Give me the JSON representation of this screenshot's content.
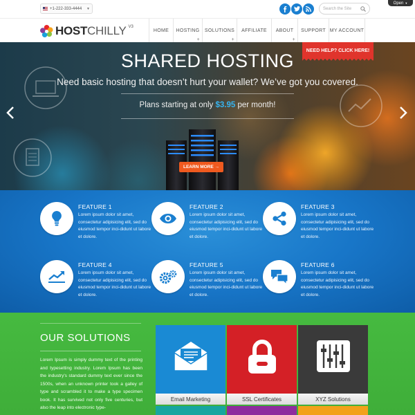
{
  "topbar": {
    "phone": "+1-222-333-4444",
    "search_placeholder": "Search the Site",
    "open_label": "Open",
    "social": [
      {
        "name": "facebook",
        "glyph": "f"
      },
      {
        "name": "twitter",
        "glyph": "t"
      },
      {
        "name": "rss",
        "glyph": "r"
      }
    ]
  },
  "brand": {
    "logo_bold": "HOST",
    "logo_light": "CHILLY",
    "version": "V3"
  },
  "nav": {
    "items": [
      "HOME",
      "HOSTING",
      "SOLUTIONS",
      "AFFILIATE",
      "ABOUT",
      "SUPPORT",
      "MY ACCOUNT"
    ],
    "plus": "+"
  },
  "hero": {
    "title": "SHARED HOSTING",
    "subtitle": "Need basic hosting that doesn’t hurt your wallet? We’ve got you covered.",
    "plans_prefix": "Plans starting at only ",
    "plans_price": "$3.95",
    "plans_suffix": " per month!",
    "help_button": "NEED HELP? CLICK HERE!",
    "learn_button": "LEARN MORE →",
    "prev_arrow": "‹",
    "next_arrow": "›"
  },
  "features": [
    {
      "title": "FEATURE 1",
      "icon": "lightbulb-icon",
      "text": "Lorem ipsum dolor sit amet, consectetur adipisicing elit, sed do eiusmod tempor inci-didunt ut labore et dolore."
    },
    {
      "title": "FEATURE 2",
      "icon": "eye-icon",
      "text": "Lorem ipsum dolor sit amet, consectetur adipisicing elit, sed do eiusmod tempor inci-didunt ut labore et dolore."
    },
    {
      "title": "FEATURE 3",
      "icon": "share-icon",
      "text": "Lorem ipsum dolor sit amet, consectetur adipisicing elit, sed do eiusmod tempor inci-didunt ut labore et dolore."
    },
    {
      "title": "FEATURE 4",
      "icon": "chart-icon",
      "text": "Lorem ipsum dolor sit amet, consectetur adipisicing elit, sed do eiusmod tempor inci-didunt ut labore et dolore."
    },
    {
      "title": "FEATURE 5",
      "icon": "gears-icon",
      "text": "Lorem ipsum dolor sit amet, consectetur adipisicing elit, sed do eiusmod tempor inci-didunt ut labore et dolore."
    },
    {
      "title": "FEATURE 6",
      "icon": "chat-icon",
      "text": "Lorem ipsum dolor sit amet, consectetur adipisicing elit, sed do eiusmod tempor inci-didunt ut labore et dolore."
    }
  ],
  "solutions": {
    "title": "OUR SOLUTIONS",
    "text": "Lorem Ipsum is simply dummy text of the printing and typesetting industry. Lorem Ipsum has been the industry's standard dummy text ever since the 1500s, when an unknown printer took a galley of type and scrambled it to make a type specimen book. It has survived not only five centuries, but also the leap into electronic type-",
    "tiles": [
      {
        "label": "Email Marketing",
        "icon": "envelope-icon",
        "color": "#1a8ad4"
      },
      {
        "label": "SSL Certificates",
        "icon": "lock-icon",
        "color": "#d42026"
      },
      {
        "label": "XYZ Solutions",
        "icon": "sliders-icon",
        "color": "#3a3a3a"
      }
    ]
  },
  "colors": {
    "accent_blue": "#1a7fd0",
    "price_blue": "#36b4f0",
    "help_red": "#e0342c",
    "learn_orange": "#ef5a1f",
    "solutions_green": "#46ba40"
  }
}
